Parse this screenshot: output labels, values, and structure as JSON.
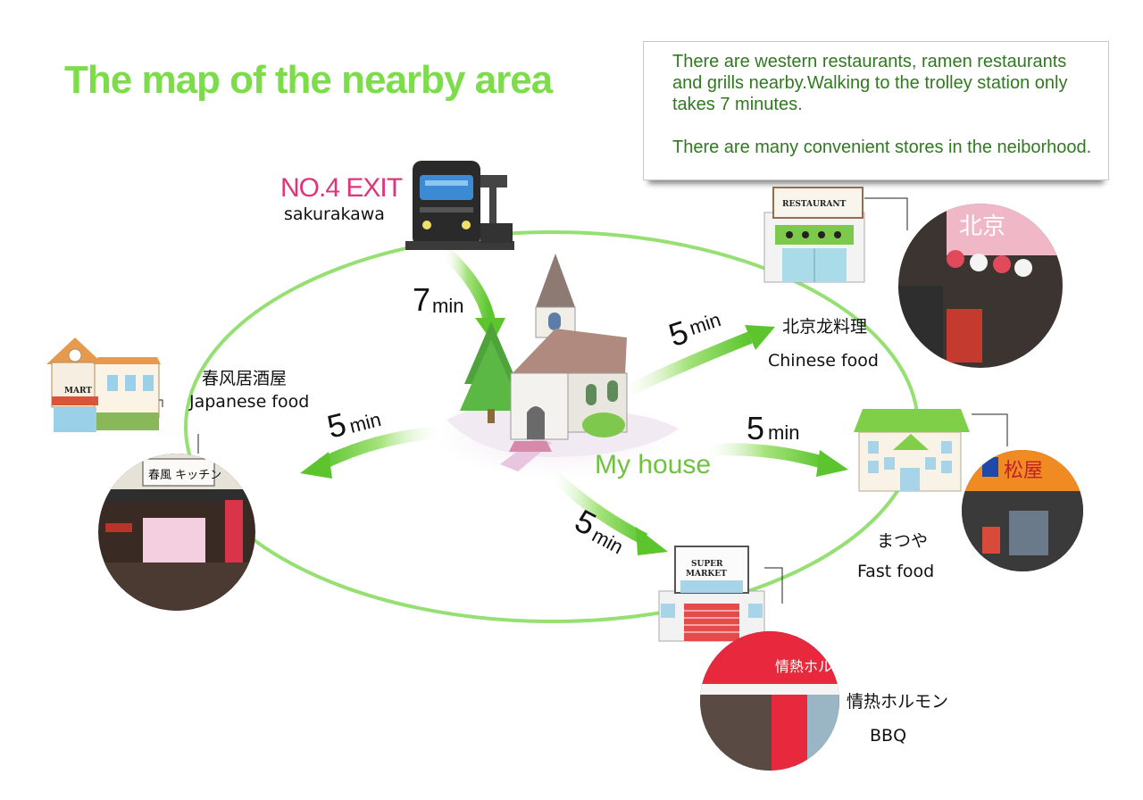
{
  "title": "The map of the nearby area",
  "info": {
    "paragraph_1": "There are western restaurants, ramen restaurants and grills nearby.Walking to the trolley station only takes 7 minutes.",
    "paragraph_2": "There are many convenient stores in the neiborhood."
  },
  "station": {
    "exit": "NO.4 EXIT",
    "name": "sakurakawa",
    "time_num": "7",
    "time_unit": "min"
  },
  "home": {
    "label": "My house"
  },
  "japanese": {
    "name": "春风居酒屋",
    "type": "Japanese food",
    "time_num": "5",
    "time_unit": "min",
    "photo_sign": "春風 キッチン",
    "shop_sign": "MART"
  },
  "chinese": {
    "name": "北京龙料理",
    "type": "Chinese food",
    "time_num": "5",
    "time_unit": "min",
    "shop_sign": "RESTAURANT",
    "photo_sign": "北京"
  },
  "fastfood": {
    "name": "まつや",
    "type": "Fast food",
    "time_num": "5",
    "time_unit": "min",
    "photo_sign": "松屋"
  },
  "bbq": {
    "name": "情热ホルモン",
    "type": "BBQ",
    "time_num": "5",
    "time_unit": "min",
    "shop_sign_1": "SUPER",
    "shop_sign_2": "MARKET",
    "photo_sign": "情熱ホルモン"
  },
  "colors": {
    "title_green": "#7ddc4a",
    "route_green": "#8fdc6a",
    "exit_pink": "#e0347a",
    "info_text": "#2f7a1f"
  },
  "icons": [
    "train-icon",
    "church-icon",
    "restaurant-icon",
    "mart-icon",
    "office-icon",
    "supermarket-icon"
  ]
}
